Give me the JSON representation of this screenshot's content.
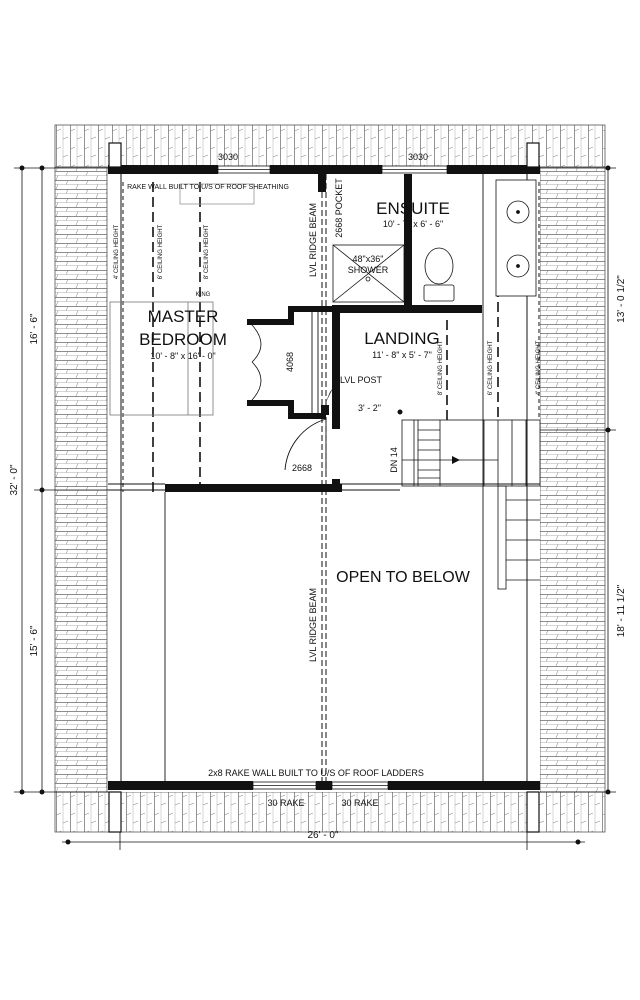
{
  "plan": {
    "rooms": {
      "master_name_line1": "MASTER",
      "master_name_line2": "BEDROOM",
      "master_size": "10' - 8\" x 16' - 0\"",
      "ensuite_name": "ENSUITE",
      "ensuite_size": "10' - 7\" x 6' - 6\"",
      "landing_name": "LANDING",
      "landing_size": "11' - 8\" x 5' - 7\"",
      "open_to_below": "OPEN TO BELOW"
    },
    "notes": {
      "rake_wall_top": "RAKE WALL BUILT TO U/S OF ROOF SHEATHING",
      "rake_wall_bottom": "2x8 RAKE WALL BUILT TO U/S OF ROOF LADDERS",
      "ridge_beam_upper": "LVL RIDGE BEAM",
      "ridge_beam_lower": "LVL RIDGE BEAM",
      "pocket_door": "2668 POCKET",
      "shower_size": "48\"x36\"",
      "shower_label": "SHOWER",
      "king": "KING",
      "lvl_post": "LVL POST",
      "stair": "DN 14",
      "post_offset": "3' - 2\"",
      "ceiling_4_left": "4' CEILING HEIGHT",
      "ceiling_6_left": "6' CEILING HEIGHT",
      "ceiling_8_left": "8' CEILING HEIGHT",
      "ceiling_8_right": "8' CEILING HEIGHT",
      "ceiling_6_right": "6' CEILING HEIGHT",
      "ceiling_4_right": "4' CEILING HEIGHT"
    },
    "openings": {
      "window_top_left": "3030",
      "window_top_right": "3030",
      "closet_door": "4068",
      "bedroom_door": "2668",
      "window_bottom_left": "30 RAKE",
      "window_bottom_right": "30 RAKE"
    },
    "dimensions": {
      "left_overall": "32' - 0\"",
      "left_upper": "16' - 6\"",
      "left_lower": "15' - 6\"",
      "right_upper": "13' - 0 1/2\"",
      "right_lower": "18' - 11 1/2\"",
      "bottom_overall": "26' - 0\""
    }
  }
}
